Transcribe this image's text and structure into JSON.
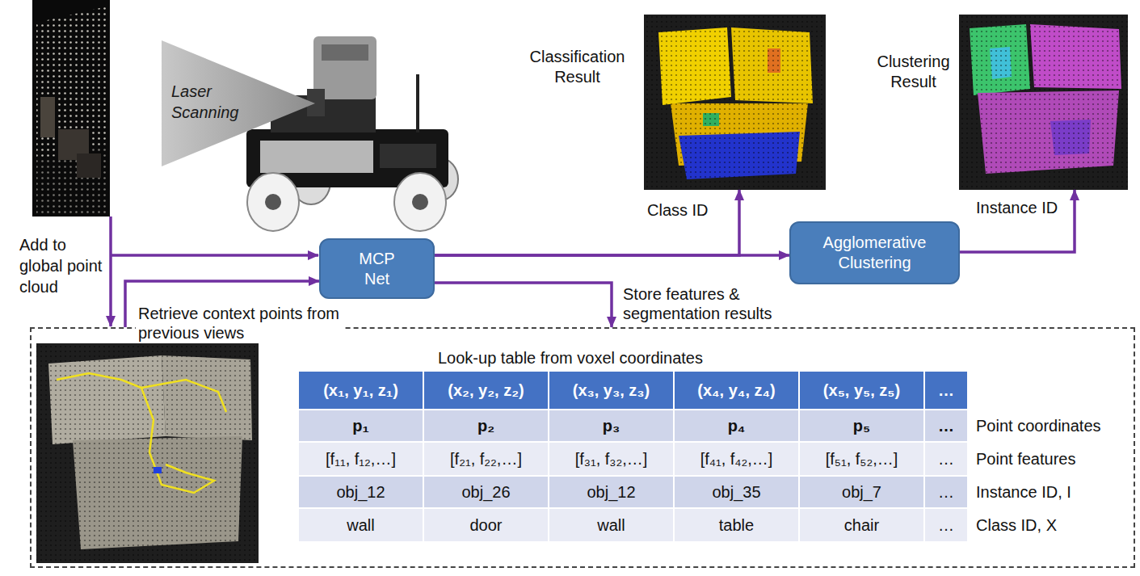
{
  "diagram": {
    "nodes": [
      {
        "text": [
          "Laser Scanning"
        ]
      },
      {
        "text": [
          "MCP Net"
        ]
      },
      {
        "text": [
          "Classification Result"
        ]
      },
      {
        "text": [
          "Agglomerative Clustering"
        ]
      },
      {
        "text": [
          "Clustering Result"
        ]
      },
      {
        "text": [
          "Look-up table from voxel coordinates"
        ]
      }
    ],
    "edges": [
      {
        "from": 5,
        "to": 1,
        "arrow": "to",
        "label": "Retrieve context points from previous views"
      },
      {
        "from": 1,
        "to": 2,
        "arrow": "to",
        "label": "Class ID"
      },
      {
        "from": 1,
        "to": 3,
        "arrow": "to"
      },
      {
        "from": 3,
        "to": 4,
        "arrow": "to",
        "label": "Instance ID"
      },
      {
        "from": 1,
        "to": 5,
        "arrow": "to",
        "label": "Store features & segmentation results"
      }
    ],
    "labels": [
      "Add to global point cloud",
      "(x₁, y₁, z₁)",
      "(x₂, y₂, z₂)",
      "(x₃, y₃, z₃)",
      "(x₄, y₄, z₄)",
      "(x₅, y₅, z₅)",
      "…",
      "p₁",
      "p₂",
      "p₃",
      "p₄",
      "p₅",
      "…",
      "[f₁₁, f₁₂,…]",
      "[f₂₁, f₂₂,…]",
      "[f₃₁, f₃₂,…]",
      "[f₄₁, f₄₂,…]",
      "[f₅₁, f₅₂,…]",
      "…",
      "obj_12",
      "obj_26",
      "obj_12",
      "obj_35",
      "obj_7",
      "…",
      "wall",
      "door",
      "wall",
      "table",
      "chair",
      "…",
      "Point coordinates",
      "Point features",
      "Instance ID, I",
      "Class ID, X"
    ]
  }
}
